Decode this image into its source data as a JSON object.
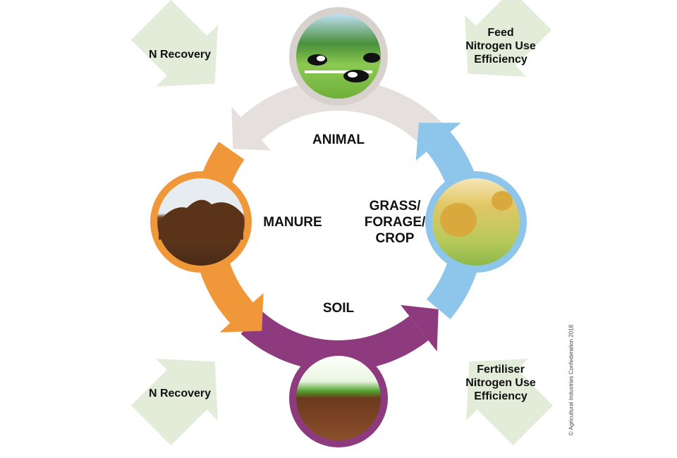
{
  "nodes": {
    "animal": "ANIMAL",
    "manure": "MANURE",
    "grass": "GRASS/\nFORAGE/\nCROP",
    "grass_lines": [
      "GRASS/",
      "FORAGE/",
      "CROP"
    ],
    "soil": "SOIL"
  },
  "callouts": {
    "top_left": "N Recovery",
    "top_right": [
      "Feed",
      "Nitrogen Use",
      "Efficiency"
    ],
    "bottom_left": "N Recovery",
    "bottom_right": [
      "Fertiliser",
      "Nitrogen Use",
      "Efficiency"
    ]
  },
  "copyright": "© Agricultural Industries Confederation 2018",
  "colors": {
    "animal_arc": "#e5e0dd",
    "manure_arc": "#f0973a",
    "soil_arc": "#8e3a7e",
    "grass_arc": "#8dc6ea",
    "callout": "#e2ecd9"
  }
}
